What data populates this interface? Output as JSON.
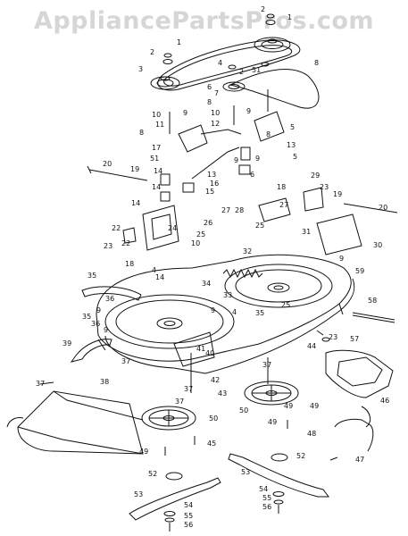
{
  "watermark": "AppliancePartsPros.com",
  "labels": [
    {
      "id": "c1",
      "text": "2"
    },
    {
      "id": "c2",
      "text": "1"
    },
    {
      "id": "c3",
      "text": "2"
    },
    {
      "id": "c4",
      "text": "1"
    },
    {
      "id": "c5",
      "text": "3"
    },
    {
      "id": "c6",
      "text": "8"
    },
    {
      "id": "c7",
      "text": "6"
    },
    {
      "id": "c8",
      "text": "4"
    },
    {
      "id": "c9",
      "text": "2"
    },
    {
      "id": "c10",
      "text": "51"
    },
    {
      "id": "c11",
      "text": "7"
    },
    {
      "id": "c12",
      "text": "8"
    },
    {
      "id": "c13",
      "text": "10"
    },
    {
      "id": "c14",
      "text": "9"
    },
    {
      "id": "c15",
      "text": "10"
    },
    {
      "id": "c16",
      "text": "9"
    },
    {
      "id": "c17",
      "text": "11"
    },
    {
      "id": "c18",
      "text": "12"
    },
    {
      "id": "c19",
      "text": "8"
    },
    {
      "id": "c20",
      "text": "5"
    },
    {
      "id": "c21",
      "text": "8"
    },
    {
      "id": "c22",
      "text": "13"
    },
    {
      "id": "c23",
      "text": "5"
    },
    {
      "id": "c24",
      "text": "17"
    },
    {
      "id": "c25",
      "text": "51"
    },
    {
      "id": "c26",
      "text": "9"
    },
    {
      "id": "c27",
      "text": "20"
    },
    {
      "id": "c28",
      "text": "19"
    },
    {
      "id": "c29",
      "text": "14"
    },
    {
      "id": "c30",
      "text": "13"
    },
    {
      "id": "c31",
      "text": "16"
    },
    {
      "id": "c32",
      "text": "15"
    },
    {
      "id": "c33",
      "text": "9"
    },
    {
      "id": "c34",
      "text": "6"
    },
    {
      "id": "c35",
      "text": "14"
    },
    {
      "id": "c36",
      "text": "18"
    },
    {
      "id": "c37",
      "text": "29"
    },
    {
      "id": "c38",
      "text": "23"
    },
    {
      "id": "c39",
      "text": "19"
    },
    {
      "id": "c40",
      "text": "27"
    },
    {
      "id": "c41",
      "text": "28"
    },
    {
      "id": "c42",
      "text": "27"
    },
    {
      "id": "c43",
      "text": "20"
    },
    {
      "id": "c44",
      "text": "14"
    },
    {
      "id": "c45",
      "text": "22"
    },
    {
      "id": "c46",
      "text": "24"
    },
    {
      "id": "c47",
      "text": "26"
    },
    {
      "id": "c48",
      "text": "25"
    },
    {
      "id": "c49",
      "text": "10"
    },
    {
      "id": "c50",
      "text": "25"
    },
    {
      "id": "c51",
      "text": "23"
    },
    {
      "id": "c52",
      "text": "22"
    },
    {
      "id": "c53",
      "text": "31"
    },
    {
      "id": "c54",
      "text": "30"
    },
    {
      "id": "c55",
      "text": "18"
    },
    {
      "id": "c56",
      "text": "32"
    },
    {
      "id": "c57",
      "text": "9"
    },
    {
      "id": "c58",
      "text": "4"
    },
    {
      "id": "c59",
      "text": "35"
    },
    {
      "id": "c60",
      "text": "14"
    },
    {
      "id": "c61",
      "text": "34"
    },
    {
      "id": "c62",
      "text": "33"
    },
    {
      "id": "c63",
      "text": "59"
    },
    {
      "id": "c64",
      "text": "9"
    },
    {
      "id": "c65",
      "text": "25"
    },
    {
      "id": "c66",
      "text": "36"
    },
    {
      "id": "c67",
      "text": "35"
    },
    {
      "id": "c68",
      "text": "9"
    },
    {
      "id": "c69",
      "text": "4"
    },
    {
      "id": "c70",
      "text": "58"
    },
    {
      "id": "c71",
      "text": "35"
    },
    {
      "id": "c72",
      "text": "9"
    },
    {
      "id": "c73",
      "text": "36"
    },
    {
      "id": "c74",
      "text": "23"
    },
    {
      "id": "c75",
      "text": "57"
    },
    {
      "id": "c76",
      "text": "44"
    },
    {
      "id": "c77",
      "text": "41"
    },
    {
      "id": "c78",
      "text": "40"
    },
    {
      "id": "c79",
      "text": "37"
    },
    {
      "id": "c80",
      "text": "39"
    },
    {
      "id": "c81",
      "text": "37"
    },
    {
      "id": "c82",
      "text": "37"
    },
    {
      "id": "c83",
      "text": "37"
    },
    {
      "id": "c84",
      "text": "42"
    },
    {
      "id": "c85",
      "text": "43"
    },
    {
      "id": "c86",
      "text": "37"
    },
    {
      "id": "c87",
      "text": "38"
    },
    {
      "id": "c88",
      "text": "46"
    },
    {
      "id": "c89",
      "text": "50"
    },
    {
      "id": "c90",
      "text": "50"
    },
    {
      "id": "c91",
      "text": "49"
    },
    {
      "id": "c92",
      "text": "49"
    },
    {
      "id": "c93",
      "text": "49"
    },
    {
      "id": "c94",
      "text": "48"
    },
    {
      "id": "c95",
      "text": "45"
    },
    {
      "id": "c96",
      "text": "49"
    },
    {
      "id": "c97",
      "text": "52"
    },
    {
      "id": "c98",
      "text": "52"
    },
    {
      "id": "c99",
      "text": "47"
    },
    {
      "id": "c100",
      "text": "53"
    },
    {
      "id": "c101",
      "text": "53"
    },
    {
      "id": "c102",
      "text": "54"
    },
    {
      "id": "c103",
      "text": "55"
    },
    {
      "id": "c104",
      "text": "56"
    },
    {
      "id": "c105",
      "text": "54"
    },
    {
      "id": "c106",
      "text": "55"
    },
    {
      "id": "c107",
      "text": "56"
    }
  ]
}
